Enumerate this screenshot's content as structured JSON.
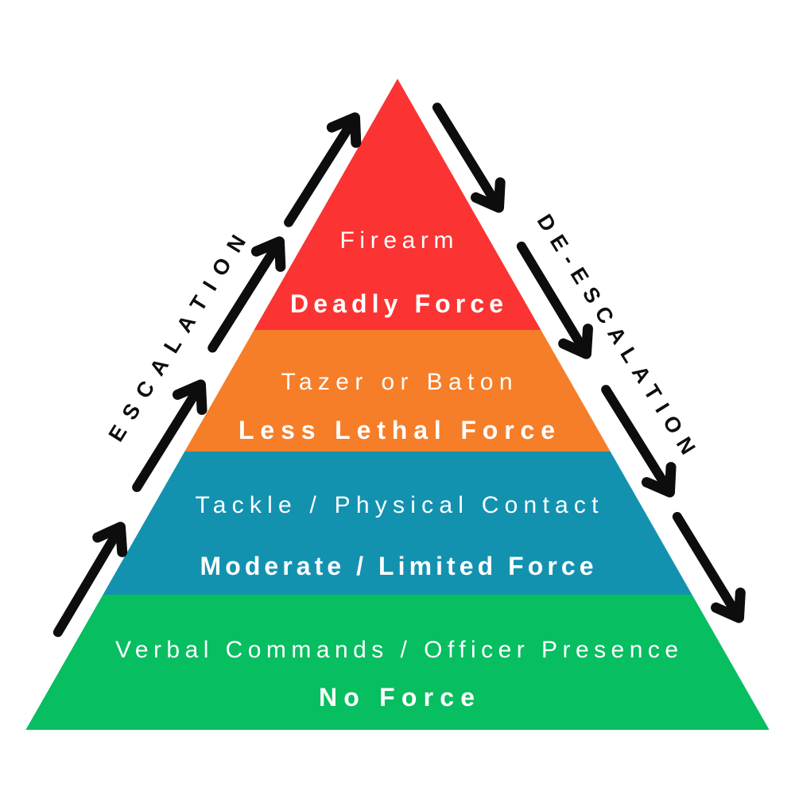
{
  "background": "#ffffff",
  "pyramid": {
    "text_color": "#ffffff",
    "levels": [
      {
        "id": "deadly-force",
        "item": "Firearm",
        "force": "Deadly Force",
        "color": "#fb3333"
      },
      {
        "id": "less-lethal",
        "item": "Tazer or Baton",
        "force": "Less Lethal Force",
        "color": "#f67e28"
      },
      {
        "id": "moderate-force",
        "item": "Tackle / Physical Contact",
        "force": "Moderate / Limited Force",
        "color": "#1392b0"
      },
      {
        "id": "no-force",
        "item": "Verbal Commands / Officer Presence",
        "force": "No Force",
        "color": "#07be61"
      }
    ]
  },
  "sides": {
    "left_label": "ESCALATION",
    "right_label": "DE-ESCALATION",
    "arrow_color": "#0d0d0d",
    "label_color": "#0d0d0d"
  }
}
